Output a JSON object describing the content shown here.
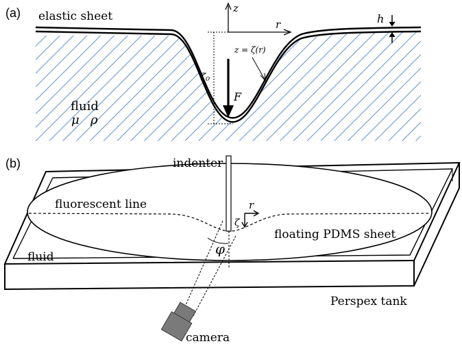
{
  "panel_a": {
    "tag": "(a)",
    "elastic_sheet": "elastic sheet",
    "axis_z": "z",
    "axis_r": "r",
    "thickness": "h",
    "profile_eq": "z = ζ(r)",
    "depth": "ζ₀",
    "force": "F",
    "fluid": "fluid",
    "mu": "μ",
    "rho": "ρ",
    "hatch_color": "#6c98cf"
  },
  "panel_b": {
    "tag": "(b)",
    "indenter": "indenter",
    "fluorescent_line": "fluorescent line",
    "axis_r": "r",
    "axis_zeta": "ζ",
    "angle": "φ",
    "floating_sheet": "floating PDMS sheet",
    "fluid": "fluid",
    "tank": "Perspex tank",
    "camera": "camera"
  }
}
